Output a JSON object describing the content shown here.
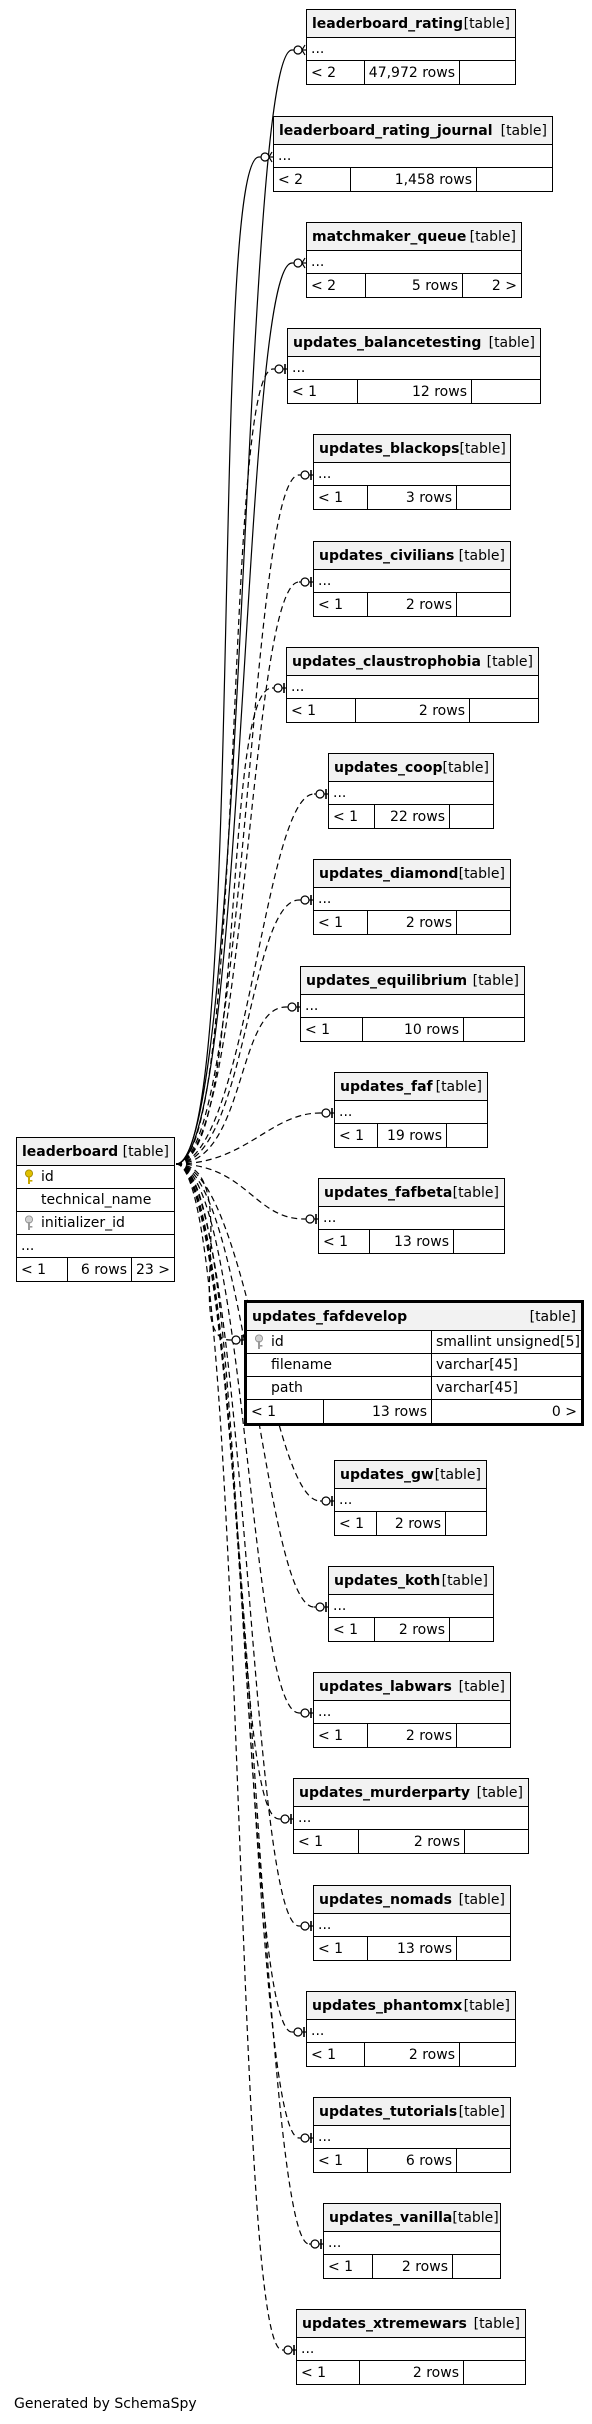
{
  "footer": "Generated by SchemaSpy",
  "kind_label": "[table]",
  "ellipsis": "...",
  "center": {
    "name": "leaderboard",
    "columns": [
      {
        "name": "id",
        "icon": "primary-key-icon"
      },
      {
        "name": "technical_name",
        "icon": ""
      },
      {
        "name": "initializer_id",
        "icon": "foreign-key-icon"
      }
    ],
    "stats": [
      "< 1",
      "6 rows",
      "23 >"
    ]
  },
  "fafdevelop": {
    "name": "updates_fafdevelop",
    "columns": [
      {
        "name": "id",
        "type": "smallint unsigned[5]",
        "icon": "foreign-key-icon"
      },
      {
        "name": "filename",
        "type": "varchar[45]",
        "icon": ""
      },
      {
        "name": "path",
        "type": "varchar[45]",
        "icon": ""
      }
    ],
    "stats": [
      "< 1",
      "13 rows",
      "0 >"
    ]
  },
  "tables": [
    {
      "name": "leaderboard_rating",
      "stats": [
        "< 2",
        "47,972 rows",
        ""
      ],
      "rel": "solid"
    },
    {
      "name": "leaderboard_rating_journal",
      "stats": [
        "< 2",
        "1,458 rows",
        ""
      ],
      "rel": "solid"
    },
    {
      "name": "matchmaker_queue",
      "stats": [
        "< 2",
        "5 rows",
        "2 >"
      ],
      "rel": "solid"
    },
    {
      "name": "updates_balancetesting",
      "stats": [
        "< 1",
        "12 rows",
        ""
      ],
      "rel": "dashed"
    },
    {
      "name": "updates_blackops",
      "stats": [
        "< 1",
        "3 rows",
        ""
      ],
      "rel": "dashed"
    },
    {
      "name": "updates_civilians",
      "stats": [
        "< 1",
        "2 rows",
        ""
      ],
      "rel": "dashed"
    },
    {
      "name": "updates_claustrophobia",
      "stats": [
        "< 1",
        "2 rows",
        ""
      ],
      "rel": "dashed"
    },
    {
      "name": "updates_coop",
      "stats": [
        "< 1",
        "22 rows",
        ""
      ],
      "rel": "dashed"
    },
    {
      "name": "updates_diamond",
      "stats": [
        "< 1",
        "2 rows",
        ""
      ],
      "rel": "dashed"
    },
    {
      "name": "updates_equilibrium",
      "stats": [
        "< 1",
        "10 rows",
        ""
      ],
      "rel": "dashed"
    },
    {
      "name": "updates_faf",
      "stats": [
        "< 1",
        "19 rows",
        ""
      ],
      "rel": "dashed"
    },
    {
      "name": "updates_fafbeta",
      "stats": [
        "< 1",
        "13 rows",
        ""
      ],
      "rel": "dashed"
    },
    {
      "name": "updates_gw",
      "stats": [
        "< 1",
        "2 rows",
        ""
      ],
      "rel": "dashed"
    },
    {
      "name": "updates_koth",
      "stats": [
        "< 1",
        "2 rows",
        ""
      ],
      "rel": "dashed"
    },
    {
      "name": "updates_labwars",
      "stats": [
        "< 1",
        "2 rows",
        ""
      ],
      "rel": "dashed"
    },
    {
      "name": "updates_murderparty",
      "stats": [
        "< 1",
        "2 rows",
        ""
      ],
      "rel": "dashed"
    },
    {
      "name": "updates_nomads",
      "stats": [
        "< 1",
        "13 rows",
        ""
      ],
      "rel": "dashed"
    },
    {
      "name": "updates_phantomx",
      "stats": [
        "< 1",
        "2 rows",
        ""
      ],
      "rel": "dashed"
    },
    {
      "name": "updates_tutorials",
      "stats": [
        "< 1",
        "6 rows",
        ""
      ],
      "rel": "dashed"
    },
    {
      "name": "updates_vanilla",
      "stats": [
        "< 1",
        "2 rows",
        ""
      ],
      "rel": "dashed"
    },
    {
      "name": "updates_xtremewars",
      "stats": [
        "< 1",
        "2 rows",
        ""
      ],
      "rel": "dashed"
    }
  ]
}
